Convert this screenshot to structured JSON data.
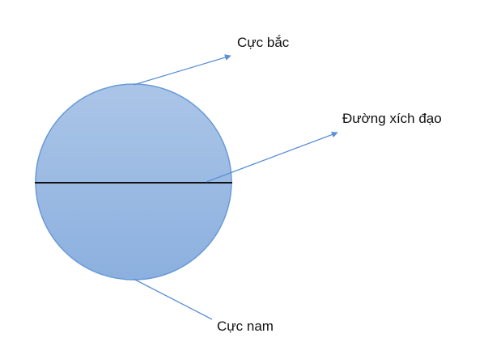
{
  "labels": {
    "north_pole": "Cực bắc",
    "equator": "Đường xích đạo",
    "south_pole": "Cực nam"
  },
  "colors": {
    "sphere_top": "#a9c3e6",
    "sphere_bottom": "#8fb2e0",
    "outline": "#6a9bd8",
    "equator_line": "#111111",
    "pointer": "#5b8fd6"
  }
}
